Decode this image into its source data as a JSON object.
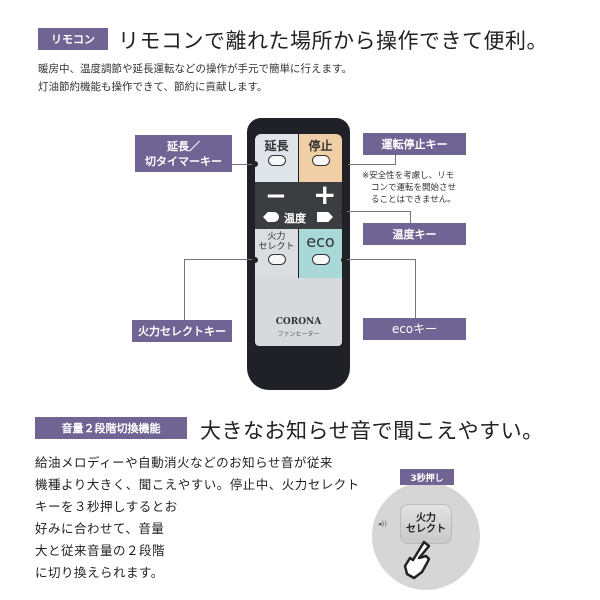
{
  "section1": {
    "tag": "リモコン",
    "headline": "リモコンで離れた場所から操作できて便利。",
    "description": [
      "暖房中、温度調節や延長運転などの操作が手元で簡単に行えます。",
      "灯油節約機能も操作できて、節約に貢献します。"
    ]
  },
  "callouts": {
    "extend_timer": [
      "延長／",
      "切タイマーキー"
    ],
    "stop": "運転停止キー",
    "stop_note": [
      "※安全性を考慮し、リモ",
      "コンで運転を開始させ",
      "ることはできません。"
    ],
    "temperature": "温度キー",
    "fire_select": "火力セレクトキー",
    "eco": "ecoキー"
  },
  "remote": {
    "key_extend": "延長",
    "key_stop": "停止",
    "minus": "−",
    "plus": "+",
    "temp_label": "温度",
    "key_fire": [
      "火力",
      "セレクト"
    ],
    "key_eco": "eco",
    "brand": "CORONA",
    "model": "ファンヒーター"
  },
  "section2": {
    "tag": "音量２段階切換機能",
    "headline": "大きなお知らせ音で聞こえやすい。",
    "body": [
      "給油メロディーや自動消火などのお知らせ音が従来",
      "機種より大きく、聞こえやすい。停止中、火力セレクト",
      "キーを３秒押しするとお",
      "好みに合わせて、音量",
      "大と従来音量の２段階",
      "に切り換えられます。"
    ],
    "illustration": {
      "badge": "3秒押し",
      "button": [
        "火力",
        "セレクト"
      ]
    }
  },
  "colors": {
    "accent_purple": "#6f6494",
    "key_extend_bg": "#dfe3ea",
    "key_stop_bg": "#f0cfa6",
    "key_eco_bg": "#a9d8d8",
    "remote_body": "#1f2126"
  }
}
